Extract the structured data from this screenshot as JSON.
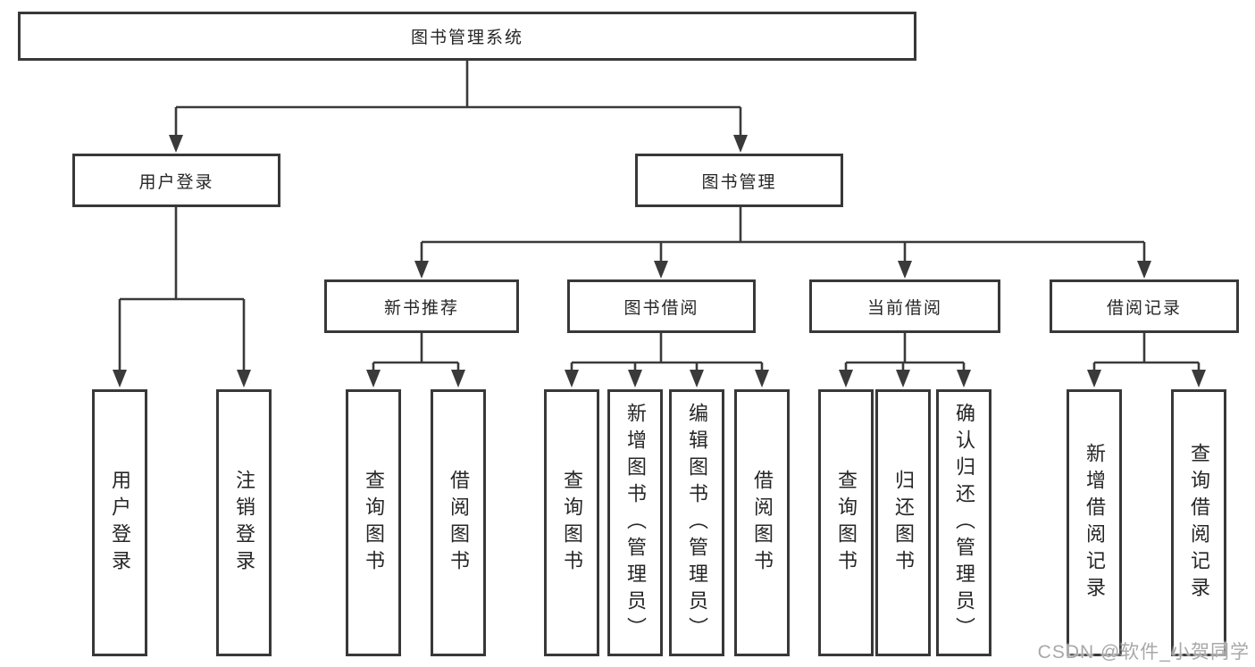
{
  "root": {
    "label": "图书管理系统"
  },
  "level2": [
    {
      "label": "用户登录"
    },
    {
      "label": "图书管理"
    }
  ],
  "level3": [
    {
      "label": "新书推荐",
      "parent": "图书管理"
    },
    {
      "label": "图书借阅",
      "parent": "图书管理"
    },
    {
      "label": "当前借阅",
      "parent": "图书管理"
    },
    {
      "label": "借阅记录",
      "parent": "图书管理"
    }
  ],
  "leaves": [
    {
      "label": "用户登录",
      "parent": "用户登录"
    },
    {
      "label": "注销登录",
      "parent": "用户登录"
    },
    {
      "label": "查询图书",
      "parent": "新书推荐"
    },
    {
      "label": "借阅图书",
      "parent": "新书推荐"
    },
    {
      "label": "查询图书",
      "parent": "图书借阅"
    },
    {
      "label": "新增图书（管理员）",
      "parent": "图书借阅"
    },
    {
      "label": "编辑图书（管理员）",
      "parent": "图书借阅"
    },
    {
      "label": "借阅图书",
      "parent": "图书借阅"
    },
    {
      "label": "查询图书",
      "parent": "当前借阅"
    },
    {
      "label": "归还图书",
      "parent": "当前借阅"
    },
    {
      "label": "确认归还（管理员）",
      "parent": "当前借阅"
    },
    {
      "label": "新增借阅记录",
      "parent": "借阅记录"
    },
    {
      "label": "查询借阅记录",
      "parent": "借阅记录"
    }
  ],
  "watermark": {
    "text": "CSDN @软件_小贺同学"
  },
  "colors": {
    "line": "#3a3a3a",
    "box_border": "#383838",
    "box_background": "#ffffff",
    "text": "#262626",
    "watermark": "#a8a8a8"
  }
}
